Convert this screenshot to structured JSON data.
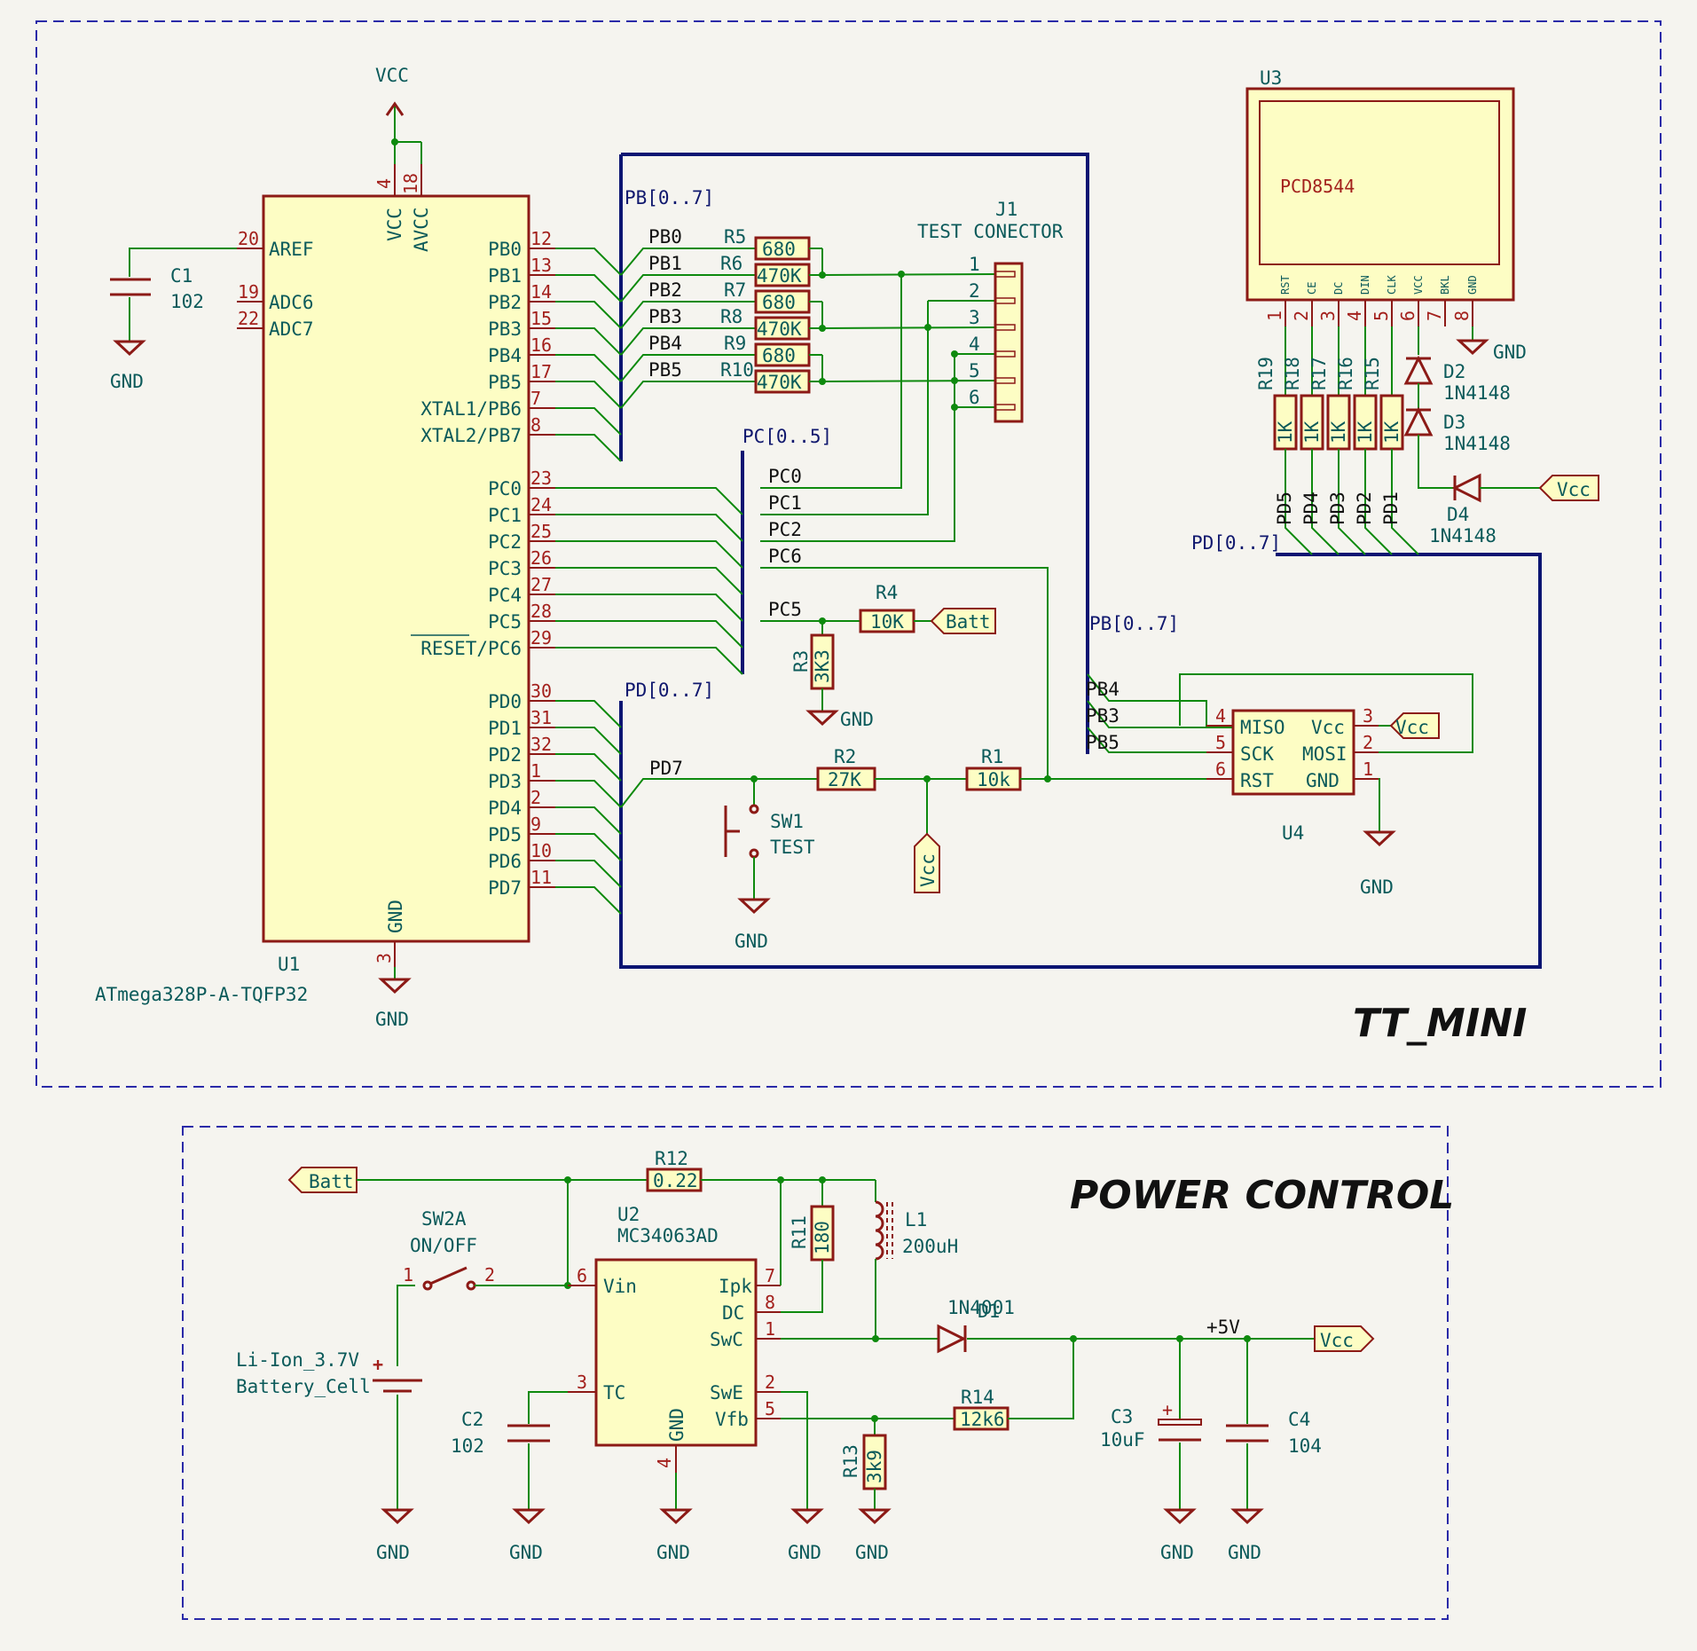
{
  "sections": {
    "main_title": "TT_MINI",
    "power_title": "POWER CONTROL"
  },
  "u1": {
    "ref": "U1",
    "value": "ATmega328P-A-TQFP32",
    "pins_left": [
      {
        "num": "20",
        "name": "AREF"
      },
      {
        "num": "19",
        "name": "ADC6"
      },
      {
        "num": "22",
        "name": "ADC7"
      }
    ],
    "pins_top": [
      {
        "num": "4",
        "name": "VCC"
      },
      {
        "num": "18",
        "name": "AVCC"
      }
    ],
    "pin_bottom": {
      "num": "3",
      "name": "GND"
    },
    "pins_right": [
      {
        "num": "12",
        "name": "PB0"
      },
      {
        "num": "13",
        "name": "PB1"
      },
      {
        "num": "14",
        "name": "PB2"
      },
      {
        "num": "15",
        "name": "PB3"
      },
      {
        "num": "16",
        "name": "PB4"
      },
      {
        "num": "17",
        "name": "PB5"
      },
      {
        "num": "7",
        "name": "XTAL1/PB6"
      },
      {
        "num": "8",
        "name": "XTAL2/PB7"
      },
      {
        "num": "23",
        "name": "PC0"
      },
      {
        "num": "24",
        "name": "PC1"
      },
      {
        "num": "25",
        "name": "PC2"
      },
      {
        "num": "26",
        "name": "PC3"
      },
      {
        "num": "27",
        "name": "PC4"
      },
      {
        "num": "28",
        "name": "PC5"
      },
      {
        "num": "29",
        "name": "RESET/PC6"
      },
      {
        "num": "30",
        "name": "PD0"
      },
      {
        "num": "31",
        "name": "PD1"
      },
      {
        "num": "32",
        "name": "PD2"
      },
      {
        "num": "1",
        "name": "PD3"
      },
      {
        "num": "2",
        "name": "PD4"
      },
      {
        "num": "9",
        "name": "PD5"
      },
      {
        "num": "10",
        "name": "PD6"
      },
      {
        "num": "11",
        "name": "PD7"
      }
    ]
  },
  "power": {
    "vcc": "VCC",
    "gnd": "GND",
    "vcc_label": "Vcc",
    "batt_label": "Batt",
    "plus5": "+5V"
  },
  "c1": {
    "ref": "C1",
    "value": "102"
  },
  "bus_labels": {
    "pb": "PB[0..7]",
    "pc": "PC[0..5]",
    "pd": "PD[0..7]"
  },
  "pb_nets": [
    "PB0",
    "PB1",
    "PB2",
    "PB3",
    "PB4",
    "PB5"
  ],
  "pc_nets": [
    "PC0",
    "PC1",
    "PC2",
    "PC6",
    "PC5"
  ],
  "pd_net": "PD7",
  "resistors_pb": [
    {
      "ref": "R5",
      "value": "680"
    },
    {
      "ref": "R6",
      "value": "470K"
    },
    {
      "ref": "R7",
      "value": "680"
    },
    {
      "ref": "R8",
      "value": "470K"
    },
    {
      "ref": "R9",
      "value": "680"
    },
    {
      "ref": "R10",
      "value": "470K"
    }
  ],
  "j1": {
    "ref": "J1",
    "value": "TEST CONECTOR",
    "pins": [
      "1",
      "2",
      "3",
      "4",
      "5",
      "6"
    ]
  },
  "r4": {
    "ref": "R4",
    "value": "10K"
  },
  "r3": {
    "ref": "R3",
    "value": "3K3"
  },
  "r2": {
    "ref": "R2",
    "value": "27K"
  },
  "r1": {
    "ref": "R1",
    "value": "10k"
  },
  "sw1": {
    "ref": "SW1",
    "value": "TEST"
  },
  "u3": {
    "ref": "U3",
    "value": "PCD8544",
    "pins": [
      {
        "num": "1",
        "name": "RST"
      },
      {
        "num": "2",
        "name": "CE"
      },
      {
        "num": "3",
        "name": "DC"
      },
      {
        "num": "4",
        "name": "DIN"
      },
      {
        "num": "5",
        "name": "CLK"
      },
      {
        "num": "6",
        "name": "VCC"
      },
      {
        "num": "7",
        "name": "BKL"
      },
      {
        "num": "8",
        "name": "GND"
      }
    ]
  },
  "lcd_resistors": [
    {
      "ref": "R19",
      "value": "1K",
      "net": "PD5"
    },
    {
      "ref": "R18",
      "value": "1K",
      "net": "PD4"
    },
    {
      "ref": "R17",
      "value": "1K",
      "net": "PD3"
    },
    {
      "ref": "R16",
      "value": "1K",
      "net": "PD2"
    },
    {
      "ref": "R15",
      "value": "1K",
      "net": "PD1"
    }
  ],
  "d2": {
    "ref": "D2",
    "value": "1N4148"
  },
  "d3": {
    "ref": "D3",
    "value": "1N4148"
  },
  "d4": {
    "ref": "D4",
    "value": "1N4148"
  },
  "u4": {
    "ref": "U4",
    "pins": [
      {
        "num": "4",
        "name": "MISO"
      },
      {
        "num": "5",
        "name": "SCK"
      },
      {
        "num": "6",
        "name": "RST"
      },
      {
        "num": "3",
        "name": "Vcc"
      },
      {
        "num": "2",
        "name": "MOSI"
      },
      {
        "num": "1",
        "name": "GND"
      }
    ],
    "nets": [
      "PB4",
      "PB3",
      "PB5"
    ]
  },
  "r12": {
    "ref": "R12",
    "value": "0.22"
  },
  "r11": {
    "ref": "R11",
    "value": "180"
  },
  "l1": {
    "ref": "L1",
    "value": "200uH"
  },
  "sw2": {
    "ref": "SW2A",
    "value": "ON/OFF",
    "pin1": "1",
    "pin2": "2"
  },
  "u2": {
    "ref": "U2",
    "value": "MC34063AD",
    "pins": [
      {
        "num": "6",
        "name": "Vin"
      },
      {
        "num": "3",
        "name": "TC"
      },
      {
        "num": "4",
        "name": "GND"
      },
      {
        "num": "7",
        "name": "Ipk"
      },
      {
        "num": "8",
        "name": "DC"
      },
      {
        "num": "1",
        "name": "SwC"
      },
      {
        "num": "2",
        "name": "SwE"
      },
      {
        "num": "5",
        "name": "Vfb"
      }
    ]
  },
  "d1": {
    "ref": "D1",
    "value": "1N4001"
  },
  "r14": {
    "ref": "R14",
    "value": "12k6"
  },
  "r13": {
    "ref": "R13",
    "value": "3k9"
  },
  "batt": {
    "value1": "Li-Ion_3.7V",
    "value2": "Battery_Cell"
  },
  "c2": {
    "ref": "C2",
    "value": "102"
  },
  "c3": {
    "ref": "C3",
    "value": "10uF"
  },
  "c4": {
    "ref": "C4",
    "value": "104"
  }
}
